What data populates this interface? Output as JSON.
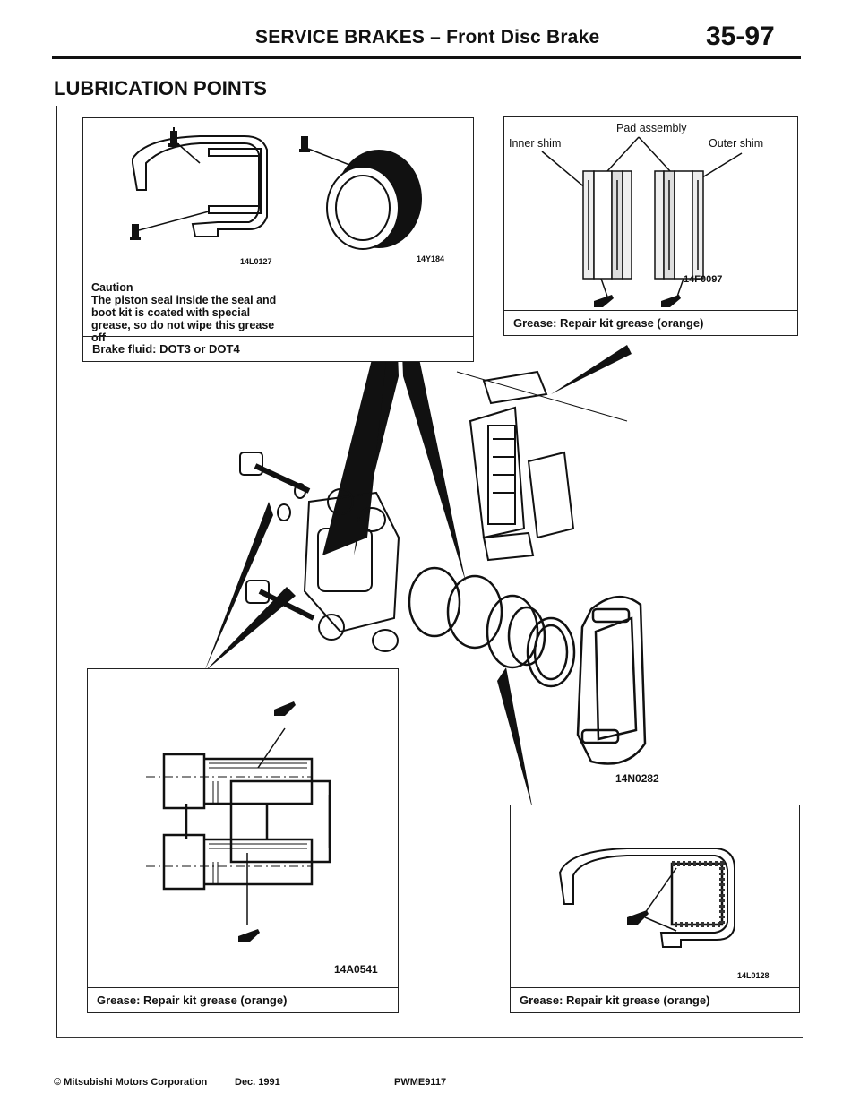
{
  "header": {
    "title": "SERVICE BRAKES – Front Disc Brake",
    "page_number": "35-97"
  },
  "section_title": "LUBRICATION POINTS",
  "panels": {
    "top_left": {
      "code_a": "14L0127",
      "code_b": "14Y184",
      "caution_title": "Caution",
      "caution_lines": [
        "The piston seal inside the seal and",
        "boot kit is coated with special",
        "grease, so do not wipe this grease",
        "off"
      ],
      "caption": "Brake fluid: DOT3 or DOT4"
    },
    "top_right": {
      "label_pad": "Pad assembly",
      "label_inner": "Inner shim",
      "label_outer": "Outer shim",
      "code": "14F0097",
      "caption": "Grease: Repair kit grease (orange)"
    },
    "exploded": {
      "code": "14N0282"
    },
    "bottom_left": {
      "code": "14A0541",
      "caption": "Grease: Repair kit grease (orange)"
    },
    "bottom_right": {
      "code": "14L0128",
      "caption": "Grease: Repair kit grease (orange)"
    }
  },
  "footer": {
    "copyright": "© Mitsubishi Motors Corporation",
    "date": "Dec. 1991",
    "doc_code": "PWME9117"
  }
}
